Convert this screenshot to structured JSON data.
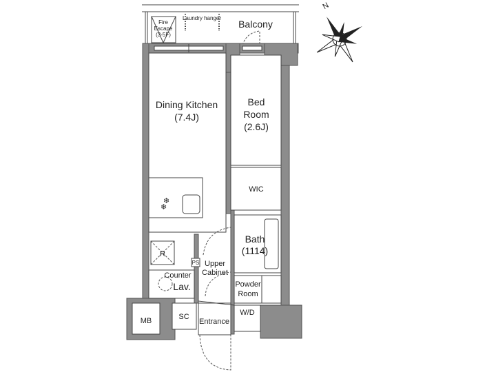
{
  "plan": {
    "compass_label": "N",
    "rooms": {
      "balcony": "Balcony",
      "laundry": "Laundry hanger",
      "fire_escape": [
        "Fire",
        "Escape",
        "(3-5F)"
      ],
      "dining_kitchen": [
        "Dining Kitchen",
        "(7.4J)"
      ],
      "bed_room": [
        "Bed",
        "Room",
        "(2.6J)"
      ],
      "wic": "WIC",
      "bath": [
        "Bath",
        "(1114)"
      ],
      "refrigerator": "R",
      "ps": "PS",
      "upper_cabinet": [
        "Upper",
        "Cabinet"
      ],
      "counter": "Counter",
      "lav": "Lav.",
      "powder_room": [
        "Powder",
        "Room"
      ],
      "mb": "MB",
      "sc": "SC",
      "entrance": "Entrance",
      "wd": "W/D"
    }
  }
}
